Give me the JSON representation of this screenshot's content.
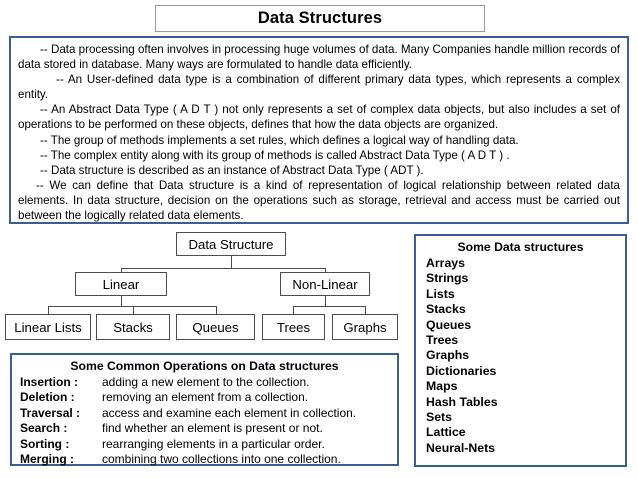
{
  "title": {
    "text": "Data Structures"
  },
  "intro": {
    "paragraphs": [
      {
        "indent": "normal",
        "text": "-- Data processing often involves in processing huge volumes of data. Many Companies handle million records of data stored in database. Many ways are formulated to handle data efficiently."
      },
      {
        "indent": "big",
        "text": "-- An User-defined data type is a combination of different primary data types, which represents a complex entity."
      },
      {
        "indent": "normal",
        "text": "-- An Abstract Data Type ( A D T ) not only represents a set of complex data objects, but also includes a set of operations to be performed on these objects, defines that how the data objects are organized."
      },
      {
        "indent": "normal",
        "text": "-- The group of methods implements a set rules, which defines a logical way of handling data."
      },
      {
        "indent": "normal",
        "text": "-- The complex entity along with its group of methods is called Abstract Data Type ( A D T ) ."
      },
      {
        "indent": "normal",
        "text": "--  Data structure is described as an instance of Abstract Data Type ( ADT )."
      },
      {
        "indent": "sm",
        "text": "-- We can define that Data structure is a kind of representation of logical relationship between related data elements. In data structure, decision on the operations such as storage, retrieval and access must be carried out between the logically related data elements."
      }
    ]
  },
  "tree": {
    "root": "Data Structure",
    "branches": [
      {
        "label": "Linear",
        "children": [
          "Linear Lists",
          "Stacks",
          "Queues"
        ]
      },
      {
        "label": "Non-Linear",
        "children": [
          "Trees",
          "Graphs"
        ]
      }
    ],
    "node_border_color": "#4d4d4d"
  },
  "operations": {
    "heading": "Some Common Operations on Data structures",
    "items": [
      {
        "term": "Insertion :",
        "desc": "adding a new element to the collection."
      },
      {
        "term": "Deletion :",
        "desc": "removing an element from a collection."
      },
      {
        "term": "Traversal :",
        "desc": "access and examine each element in collection."
      },
      {
        "term": "Search :",
        "desc": "find whether an element is present or not."
      },
      {
        "term": "Sorting :",
        "desc": "rearranging elements in a particular order."
      },
      {
        "term": "Merging :",
        "desc": "combining two collections into one collection."
      }
    ]
  },
  "sidebar": {
    "heading": "Some Data structures",
    "items": [
      "Arrays",
      "Strings",
      "Lists",
      "Stacks",
      "Queues",
      "Trees",
      "Graphs",
      "Dictionaries",
      "Maps",
      "Hash Tables",
      "Sets",
      "Lattice",
      "Neural-Nets"
    ]
  },
  "colors": {
    "panel_border": "#3c5f92",
    "title_border": "#9a9a9a",
    "node_border": "#4d4d4d",
    "text": "#000000",
    "background": "#ffffff"
  }
}
